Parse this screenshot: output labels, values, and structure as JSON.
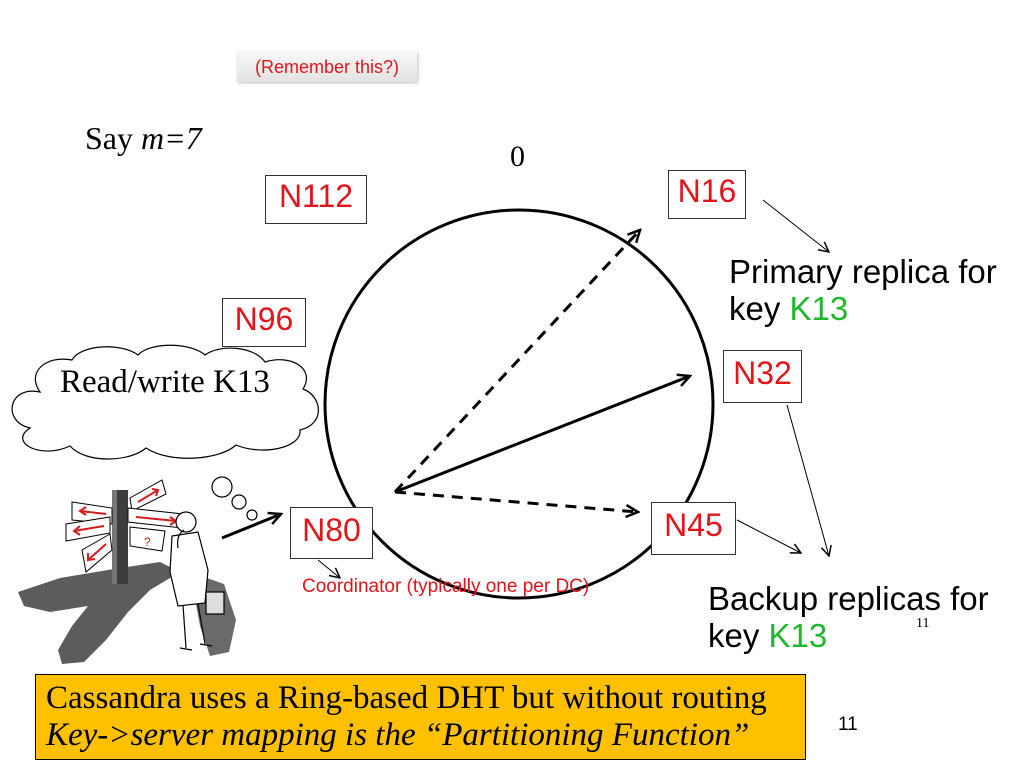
{
  "slide": {
    "recall_note": "(Remember this?)",
    "parameter": {
      "prefix": "Say ",
      "value": "m=7"
    },
    "ring_origin": "0",
    "nodes": {
      "n112": "N112",
      "n16": "N16",
      "n96": "N96",
      "n32": "N32",
      "n80": "N80",
      "n45": "N45"
    },
    "client_thought": "Read/write K13",
    "coordinator_note": "Coordinator (typically one per DC)",
    "primary_replica": {
      "line1": "Primary replica for",
      "key_prefix": "key ",
      "key": "K13"
    },
    "backup_replicas": {
      "line1": "Backup replicas for",
      "key_prefix": "key ",
      "key": "K13"
    },
    "footnote_number": "11",
    "summary": {
      "line1": "Cassandra uses a Ring-based DHT but without routing",
      "line2": "Key->server mapping is the “Partitioning Function”"
    },
    "slide_number": "11"
  },
  "colors": {
    "node_label": "#E4141B",
    "note_red": "#E4141B",
    "key_green": "#1DB82B",
    "summary_fill": "#FFC000"
  }
}
